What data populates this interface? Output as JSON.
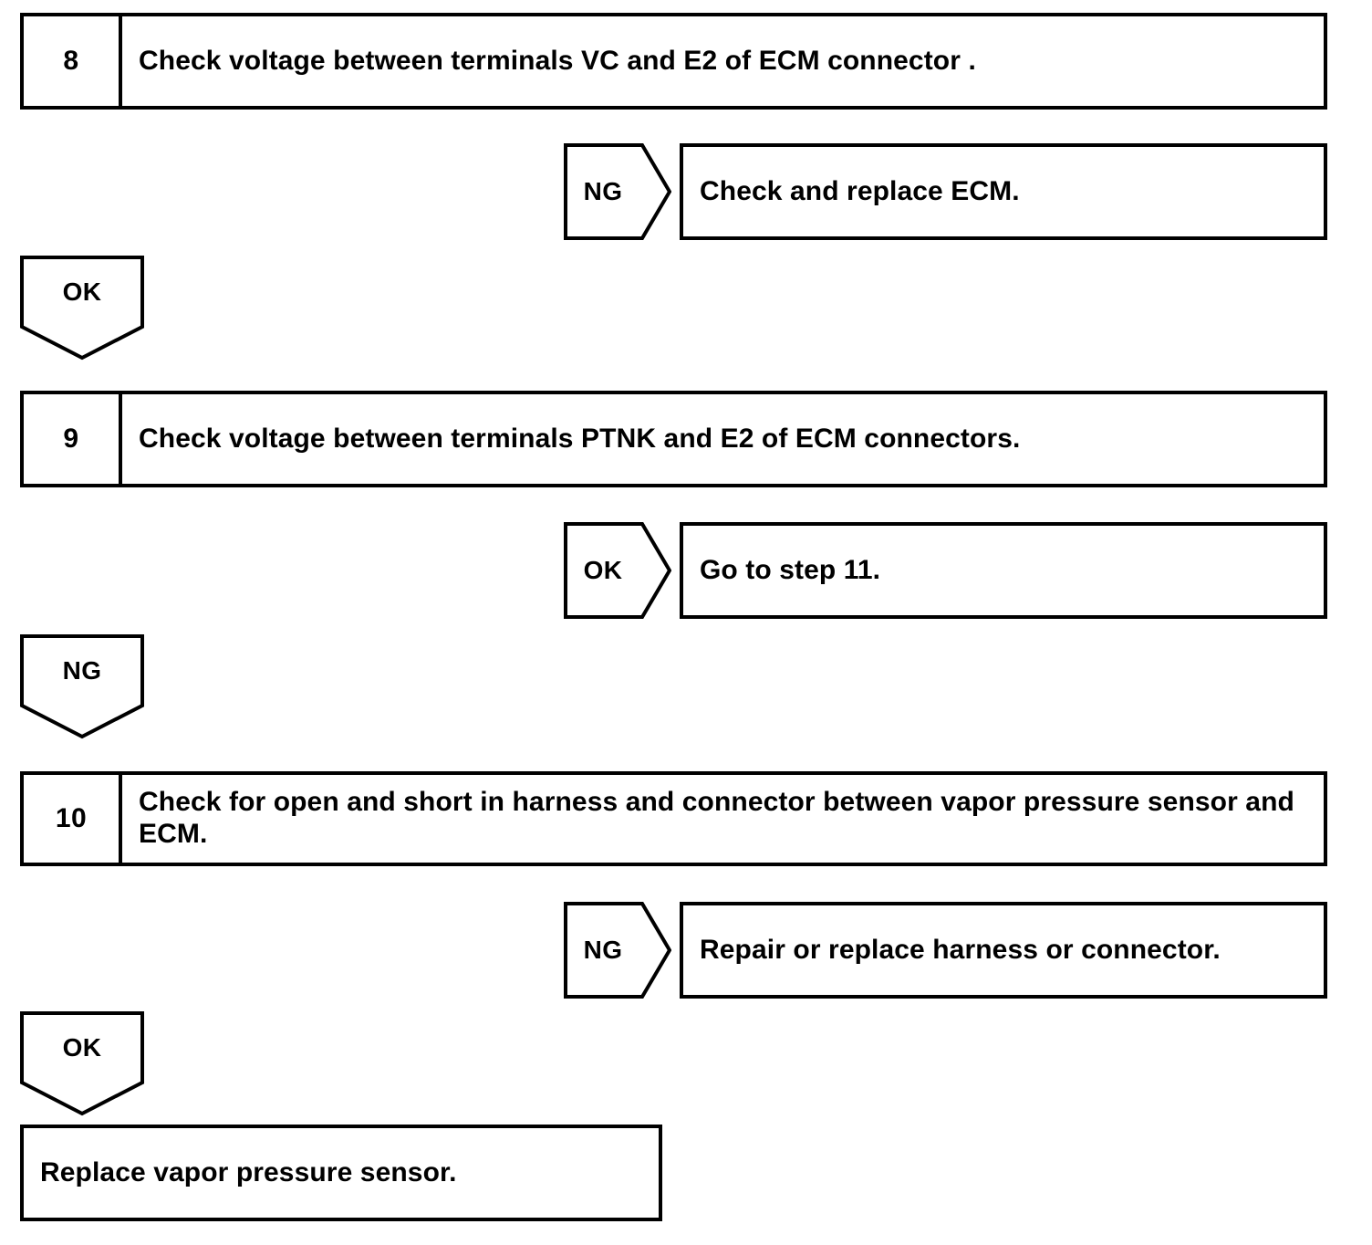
{
  "document": {
    "type": "diagnostic-flowchart",
    "title": "Vapor Pressure Sensor Diagnostic Flow (steps 8-10)"
  },
  "steps": [
    {
      "number": "8",
      "text": "Check voltage between terminals VC and E2 of ECM connector .",
      "judgement": {
        "label": "NG",
        "result": "Check and replace ECM."
      },
      "continue": "OK"
    },
    {
      "number": "9",
      "text": "Check voltage between terminals PTNK and E2 of ECM connectors.",
      "judgement": {
        "label": "OK",
        "result": "Go to step 11."
      },
      "continue": "NG"
    },
    {
      "number": "10",
      "text": "Check for open and short in harness and connector between vapor pressure sensor and ECM.",
      "judgement": {
        "label": "NG",
        "result": "Repair or replace harness or connector."
      },
      "continue": "OK"
    }
  ],
  "conclusion": {
    "text": "Replace vapor pressure sensor."
  },
  "colors": {
    "stroke": "#000000",
    "background": "#ffffff",
    "text": "#000000"
  }
}
